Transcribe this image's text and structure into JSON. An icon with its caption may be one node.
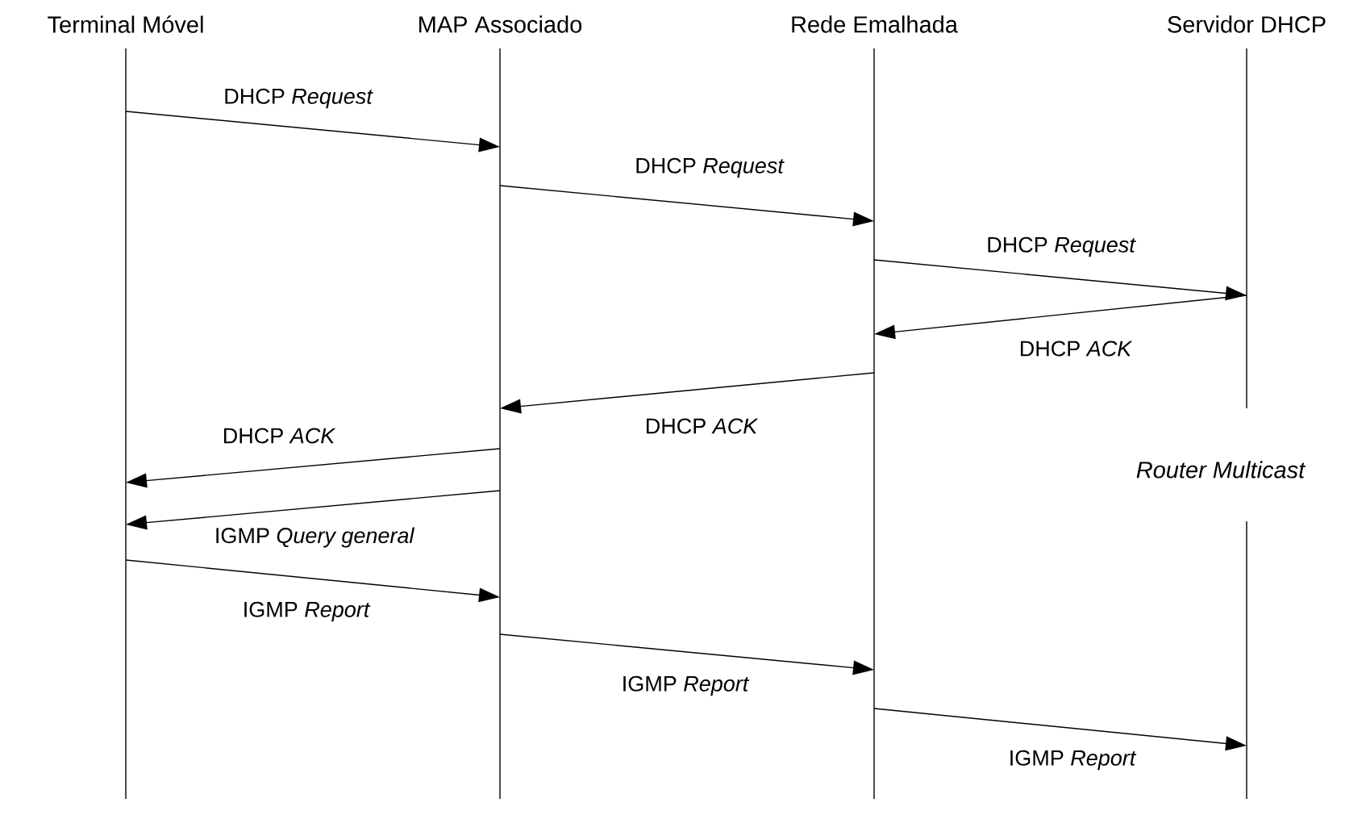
{
  "diagram": {
    "nodes": [
      {
        "text": [
          "Terminal Móvel"
        ]
      },
      {
        "text": [
          "MAP Associado"
        ]
      },
      {
        "text": [
          "Rede Emalhada"
        ]
      },
      {
        "text": [
          "Servidor DHCP"
        ]
      },
      {
        "text": [
          "*Router Multicast*"
        ]
      }
    ],
    "edges": [
      {
        "from": 0,
        "to": 1,
        "arrow": "to",
        "label": "DHCP *Request*"
      },
      {
        "from": 1,
        "to": 2,
        "arrow": "to",
        "label": "DHCP *Request*"
      },
      {
        "from": 2,
        "to": 3,
        "arrow": "to",
        "label": "DHCP *Request*"
      },
      {
        "from": 3,
        "to": 2,
        "arrow": "to",
        "label": "DHCP *ACK*"
      },
      {
        "from": 2,
        "to": 1,
        "arrow": "to",
        "label": "DHCP *ACK*"
      },
      {
        "from": 1,
        "to": 0,
        "arrow": "to",
        "label": "DHCP *ACK*"
      },
      {
        "from": 1,
        "to": 0,
        "arrow": "to",
        "label": "IGMP *Query general*"
      },
      {
        "from": 0,
        "to": 1,
        "arrow": "to",
        "label": "IGMP *Report*"
      },
      {
        "from": 1,
        "to": 2,
        "arrow": "to",
        "label": "IGMP *Report*"
      },
      {
        "from": 2,
        "to": 4,
        "arrow": "to",
        "label": "IGMP *Report*"
      }
    ]
  }
}
